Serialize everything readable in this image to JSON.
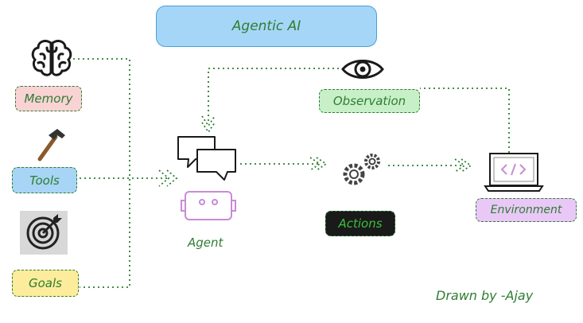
{
  "title": "Agentic AI",
  "nodes": {
    "memory": {
      "label": "Memory",
      "icon": "brain-icon",
      "fill": "#f9d3d3"
    },
    "tools": {
      "label": "Tools",
      "icon": "hammer-icon",
      "fill": "#a8d5f5"
    },
    "goals": {
      "label": "Goals",
      "icon": "target-icon",
      "fill": "#fcec9b"
    },
    "agent": {
      "label": "Agent",
      "icon": "robot-chat-icon"
    },
    "observation": {
      "label": "Observation",
      "icon": "eye-icon",
      "fill": "#c8f0c8"
    },
    "actions": {
      "label": "Actions",
      "icon": "gears-icon",
      "fill": "#1a1a1a"
    },
    "environment": {
      "label": "Environment",
      "icon": "laptop-code-icon",
      "fill": "#e9c8f7"
    }
  },
  "credit": "Drawn by -Ajay",
  "colors": {
    "title_fill": "#a6d6f7",
    "title_border": "#4a9fd8",
    "accent": "#2e7d32",
    "robot": "#c88bd6"
  }
}
